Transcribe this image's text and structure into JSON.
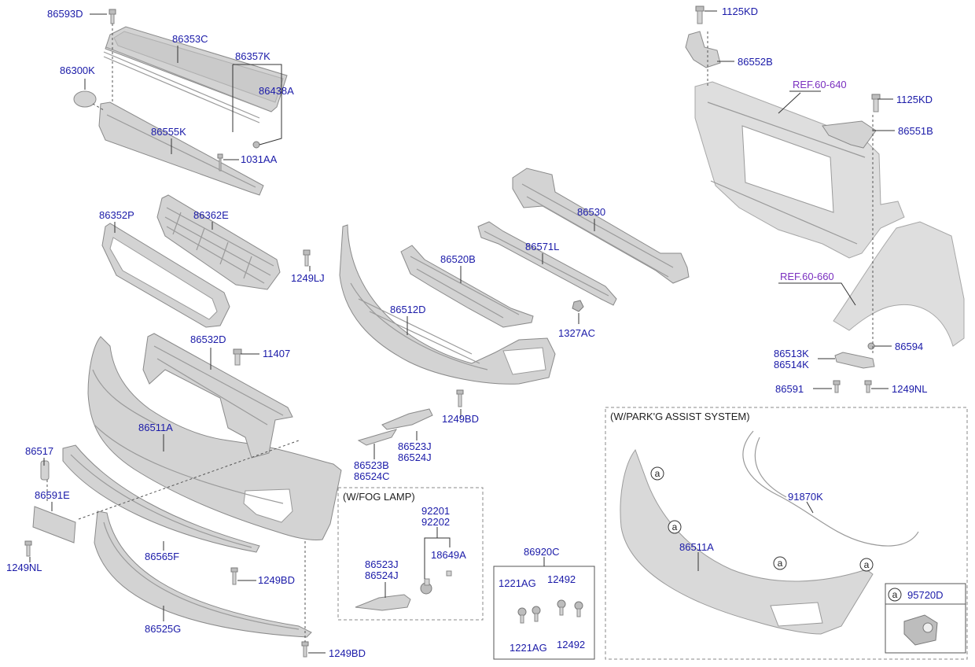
{
  "labels": {
    "p86593D": "86593D",
    "p86353C": "86353C",
    "p86357K": "86357K",
    "p86300K": "86300K",
    "p86438A": "86438A",
    "p86555K": "86555K",
    "p1031AA": "1031AA",
    "p86352P": "86352P",
    "p86362E": "86362E",
    "p1249LJ": "1249LJ",
    "p86532D": "86532D",
    "p11407": "11407",
    "p86511A": "86511A",
    "p86517": "86517",
    "p86591E": "86591E",
    "p1249NL_l": "1249NL",
    "p86565F": "86565F",
    "p1249BD_m": "1249BD",
    "p86525G": "86525G",
    "p1249BD_b": "1249BD",
    "p86530": "86530",
    "p86520B": "86520B",
    "p86571L": "86571L",
    "p86512D": "86512D",
    "p1327AC": "1327AC",
    "p1249BD_c": "1249BD",
    "p86523J_c": "86523J",
    "p86524J_c": "86524J",
    "p86523B": "86523B",
    "p86524C": "86524C",
    "p92201": "92201",
    "p92202": "92202",
    "p18649A": "18649A",
    "p86523J_f": "86523J",
    "p86524J_f": "86524J",
    "p86920C": "86920C",
    "p1221AG_t": "1221AG",
    "p12492_t": "12492",
    "p1221AG_b": "1221AG",
    "p12492_b": "12492",
    "p1125KD_t": "1125KD",
    "p86552B": "86552B",
    "p1125KD_m": "1125KD",
    "p86551B": "86551B",
    "p86513K": "86513K",
    "p86514K": "86514K",
    "p86594": "86594",
    "p86591": "86591",
    "p1249NL_r": "1249NL",
    "p91870K": "91870K",
    "p86511A_p": "86511A",
    "p95720D": "95720D"
  },
  "refs": {
    "r60640": "REF.60-640",
    "r60660": "REF.60-660"
  },
  "boxes": {
    "fog": "(W/FOG LAMP)",
    "park": "(W/PARK'G ASSIST SYSTEM)"
  },
  "markers": {
    "a": "a"
  },
  "colors": {
    "label": "#1a1aa8",
    "ref": "#7a2fbf",
    "part_fill": "#d3d3d3"
  }
}
